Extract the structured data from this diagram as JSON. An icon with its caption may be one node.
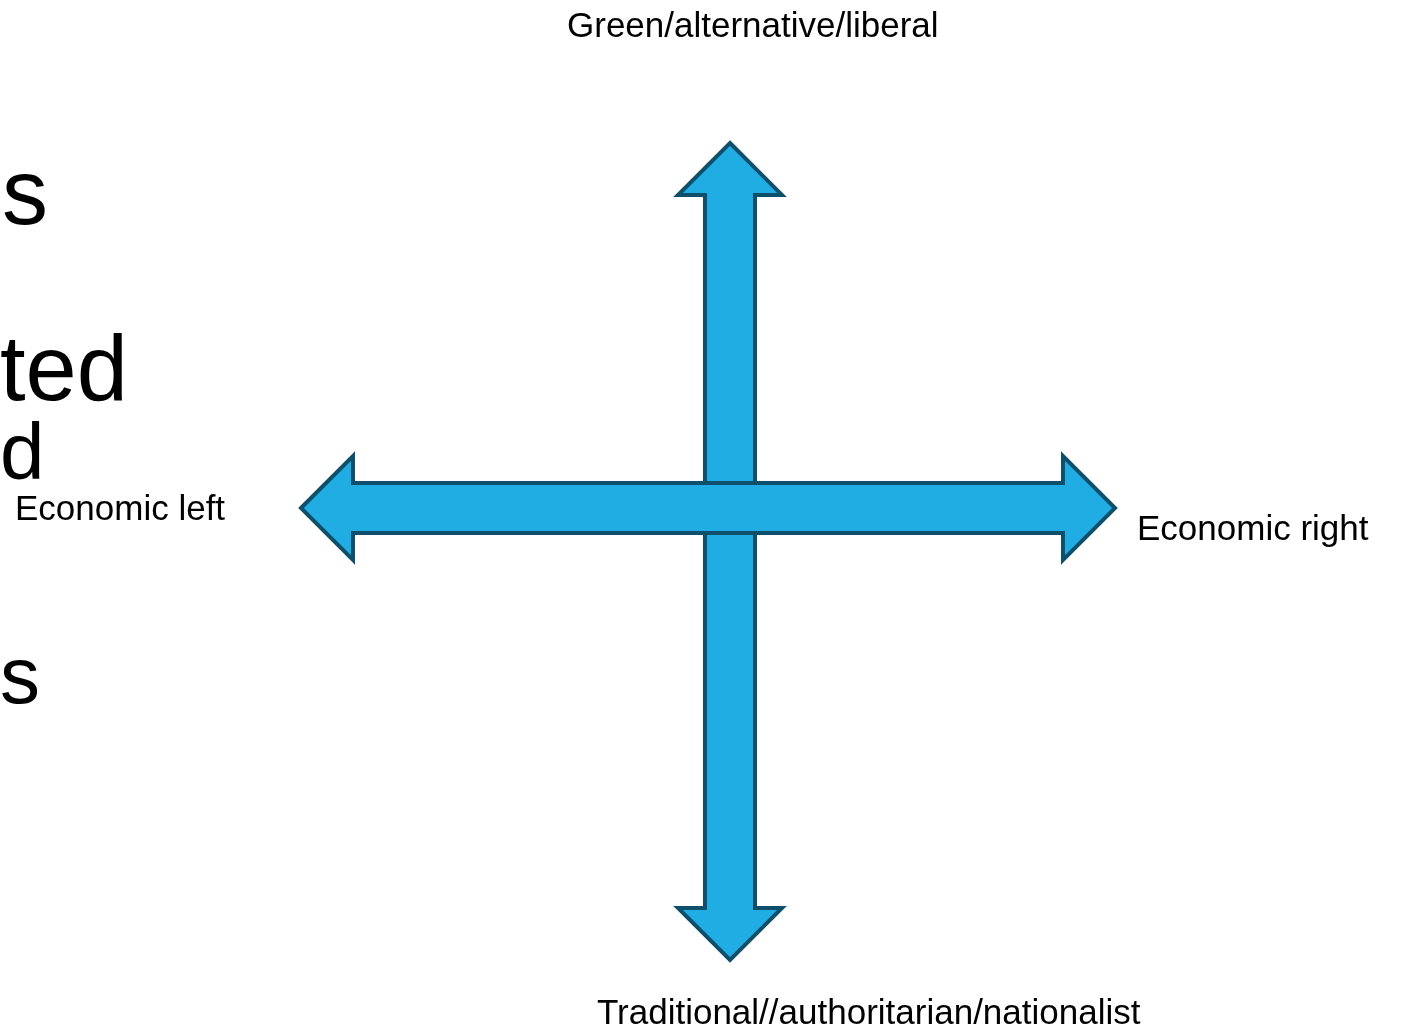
{
  "diagram": {
    "nodes": [
      {
        "text": [
          "Green/alternative/liberal"
        ]
      },
      {
        "text": [
          "Economic left"
        ]
      },
      {
        "text": [
          "Economic right"
        ]
      },
      {
        "text": [
          "Traditional//authoritarian/nationalist"
        ]
      }
    ],
    "edges": [
      {
        "from": 0,
        "to": 3,
        "arrow": "both"
      },
      {
        "from": 1,
        "to": 2,
        "arrow": "both"
      }
    ],
    "labels": [
      "s",
      "ted",
      "d",
      "s"
    ]
  }
}
